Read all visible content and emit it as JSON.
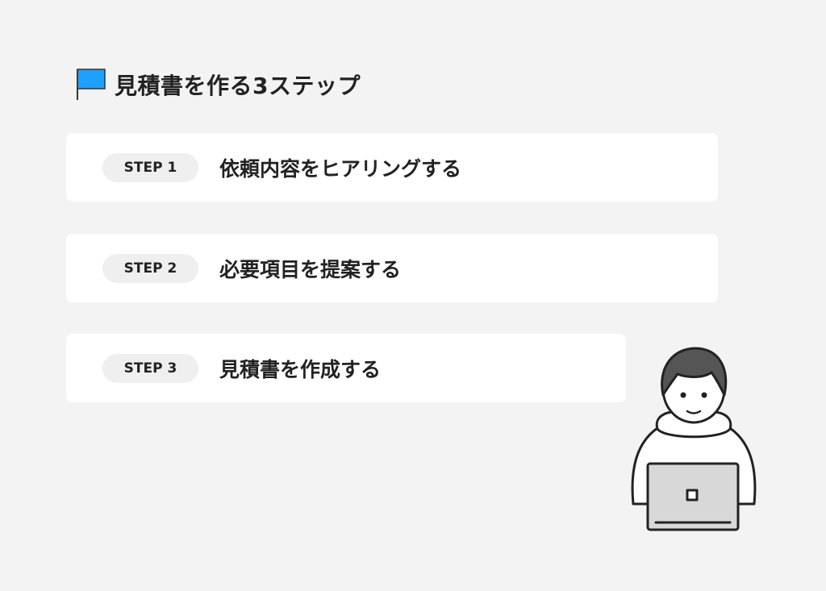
{
  "title": "見積書を作る3ステップ",
  "colors": {
    "flag": "#1ea0ff",
    "background": "#f3f3f3"
  },
  "steps": [
    {
      "badge": "STEP 1",
      "text": "依頼内容をヒアリングする"
    },
    {
      "badge": "STEP 2",
      "text": "必要項目を提案する"
    },
    {
      "badge": "STEP 3",
      "text": "見積書を作成する"
    }
  ]
}
